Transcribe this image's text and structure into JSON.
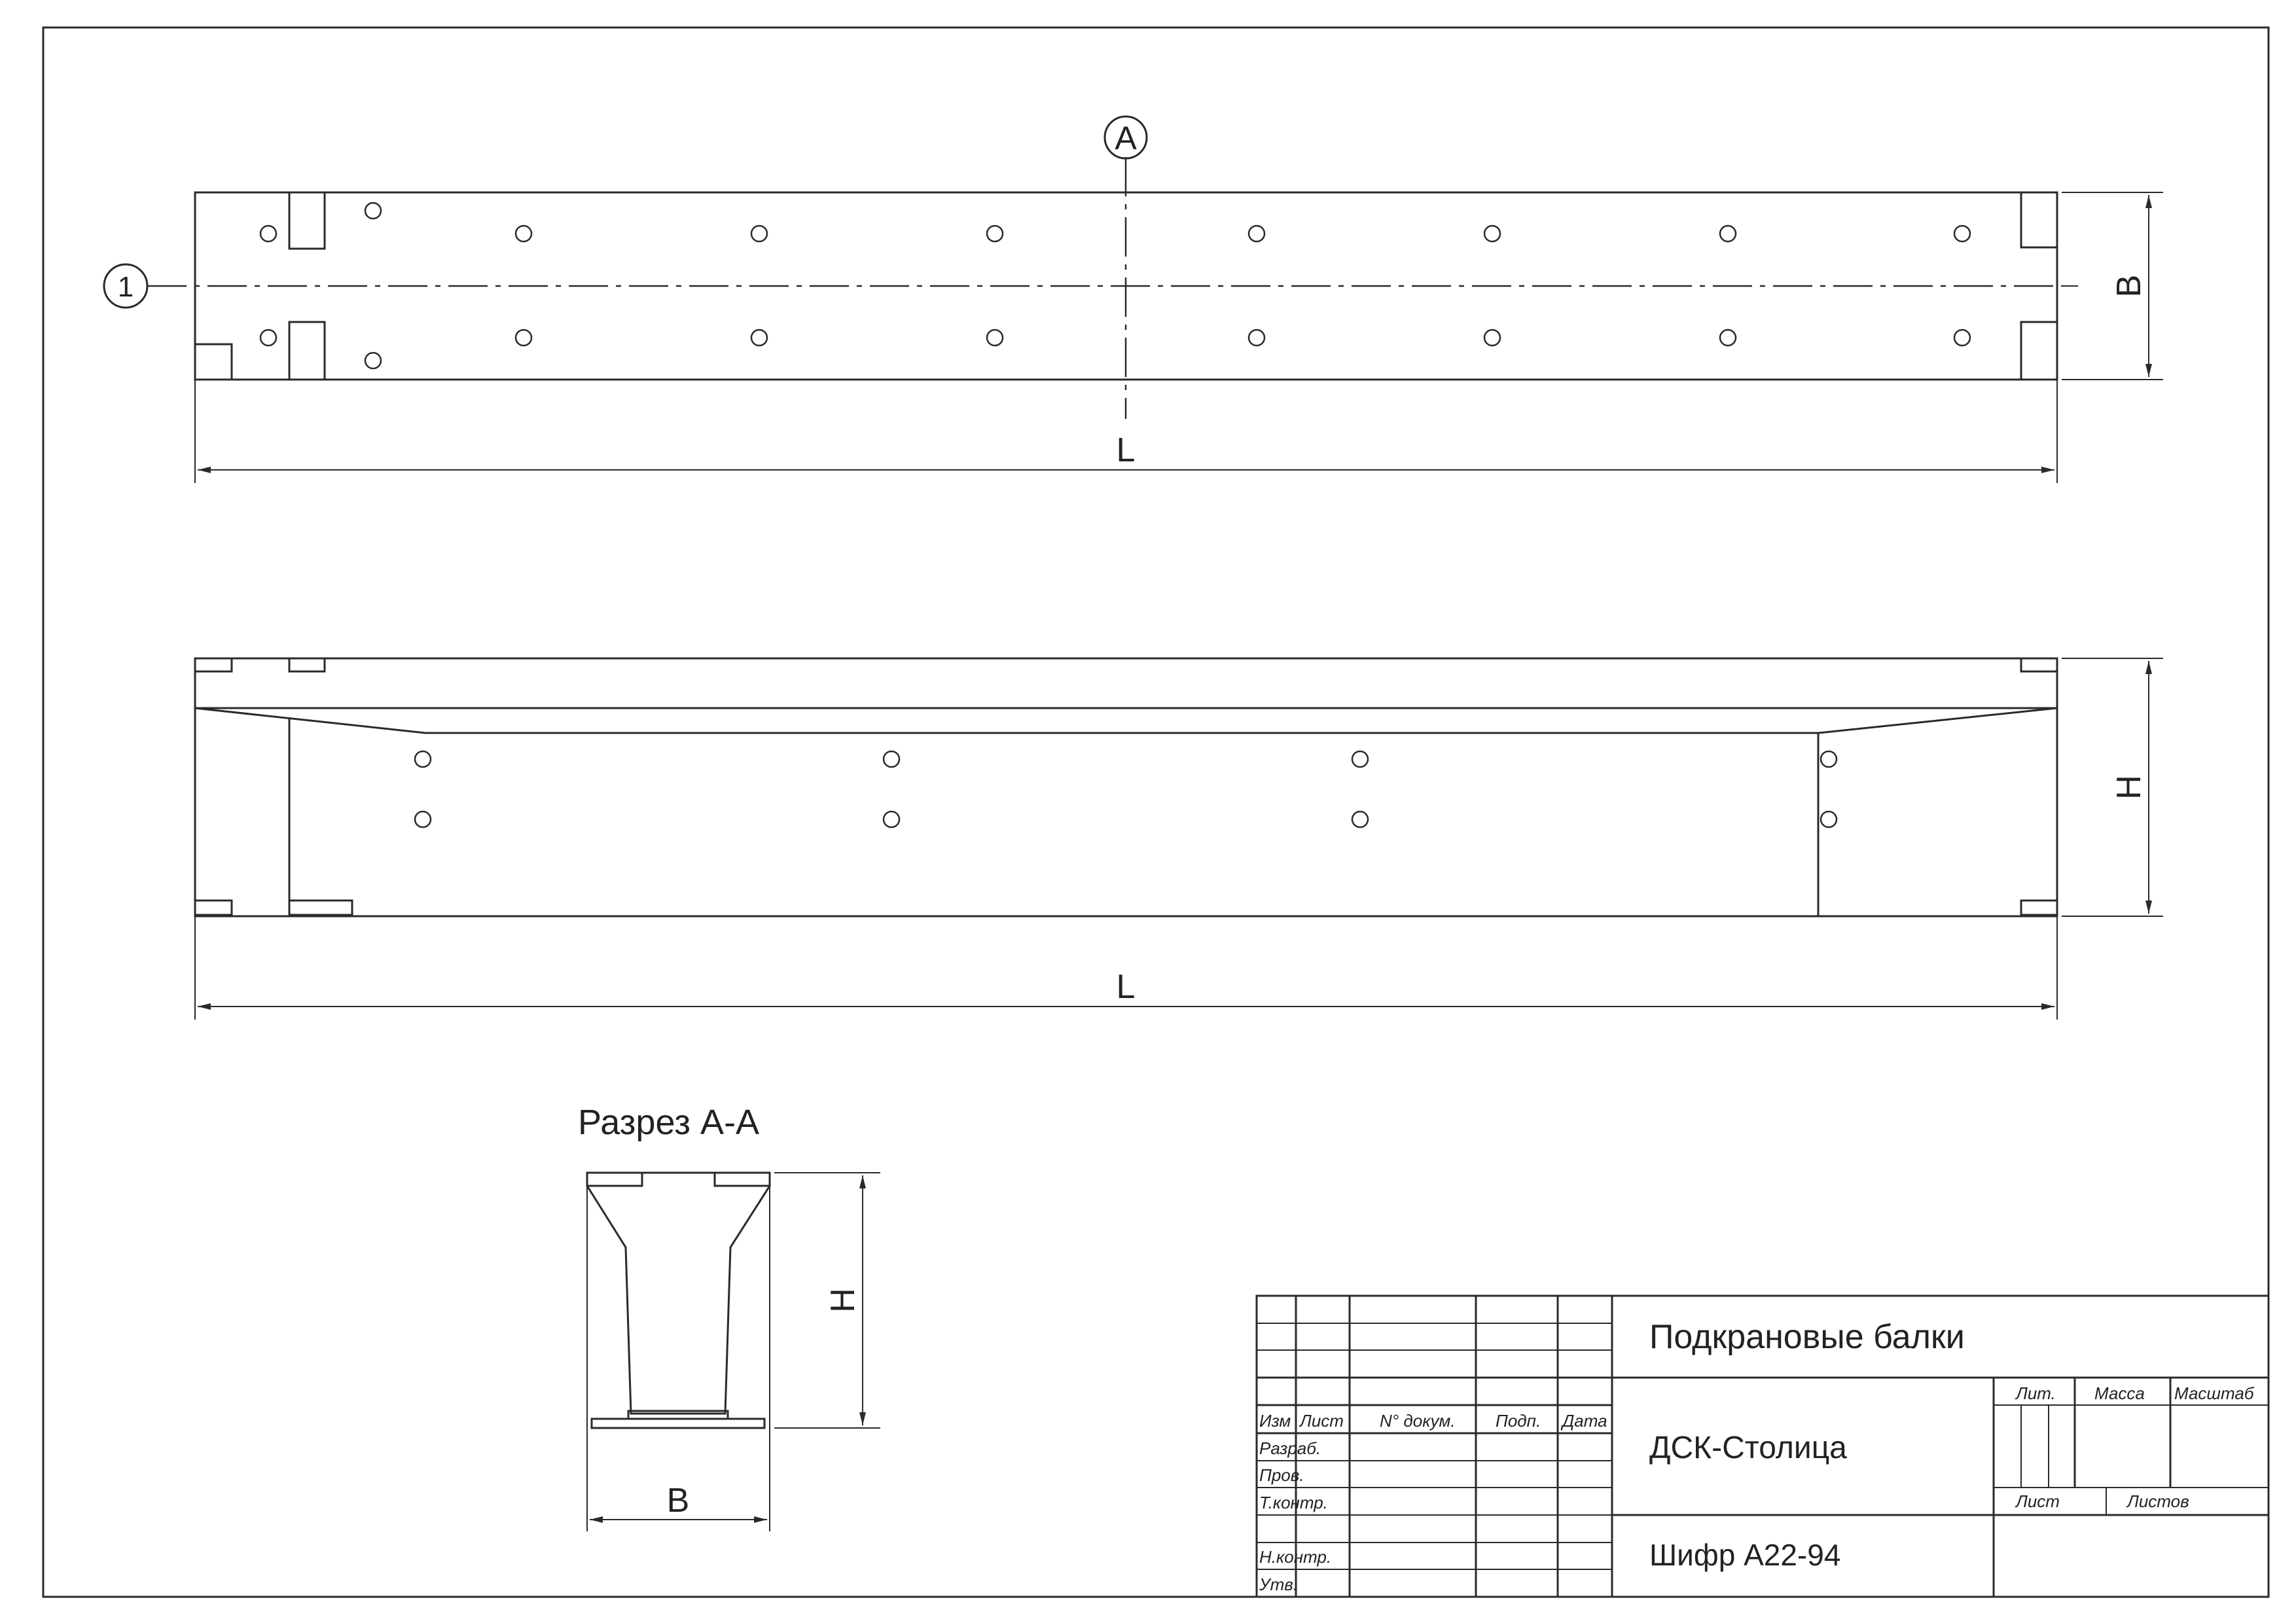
{
  "plan_view": {
    "section_marker": "A",
    "axis_marker": "1",
    "length_label": "L",
    "width_label": "B"
  },
  "elevation_view": {
    "length_label": "L",
    "height_label": "H"
  },
  "section": {
    "title": "Разрез А-А",
    "height_label": "H",
    "width_label": "B"
  },
  "title_block": {
    "columns": {
      "izm": "Изм",
      "list": "Лист",
      "doc_no": "N° докум.",
      "sign": "Подп.",
      "date": "Дата"
    },
    "rows": {
      "razrab": "Разраб.",
      "prov": "Пров.",
      "tkontr": "Т.контр.",
      "nkontr": "Н.контр.",
      "utv": "Утв."
    },
    "cells": {
      "lit": "Лит.",
      "massa": "Масса",
      "masshtab": "Масштаб",
      "list": "Лист",
      "listov": "Листов"
    },
    "title": "Подкрановые балки",
    "organization": "ДСК-Столица",
    "code": "Шифр А22-94"
  }
}
